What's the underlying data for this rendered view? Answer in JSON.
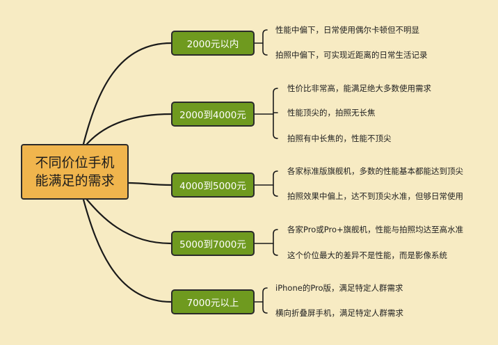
{
  "root": {
    "line1": "不同价位手机",
    "line2": "能满足的需求"
  },
  "branches": [
    {
      "label": "2000元以内",
      "items": [
        "性能中偏下，日常使用偶尔卡顿但不明显",
        "拍照中偏下，可实现近距离的日常生活记录"
      ]
    },
    {
      "label": "2000到4000元",
      "items": [
        "性价比非常高，能满足绝大多数使用需求",
        "性能顶尖的，拍照无长焦",
        "拍照有中长焦的，性能不顶尖"
      ]
    },
    {
      "label": "4000到5000元",
      "items": [
        "各家标准版旗舰机，多数的性能基本都能达到顶尖",
        "拍照效果中偏上，达不到顶尖水准，但够日常使用"
      ]
    },
    {
      "label": "5000到7000元",
      "items": [
        "各家Pro或Pro+旗舰机，性能与拍照均达至高水准",
        "这个价位最大的差异不是性能，而是影像系统"
      ]
    },
    {
      "label": "7000元以上",
      "items": [
        "iPhone的Pro版，满足特定人群需求",
        "横向折叠屏手机，满足特定人群需求"
      ]
    }
  ],
  "colors": {
    "background": "#f7ebc3",
    "root_fill": "#f0b54d",
    "branch_fill": "#6f9a1f",
    "line": "#1a1a1a"
  }
}
